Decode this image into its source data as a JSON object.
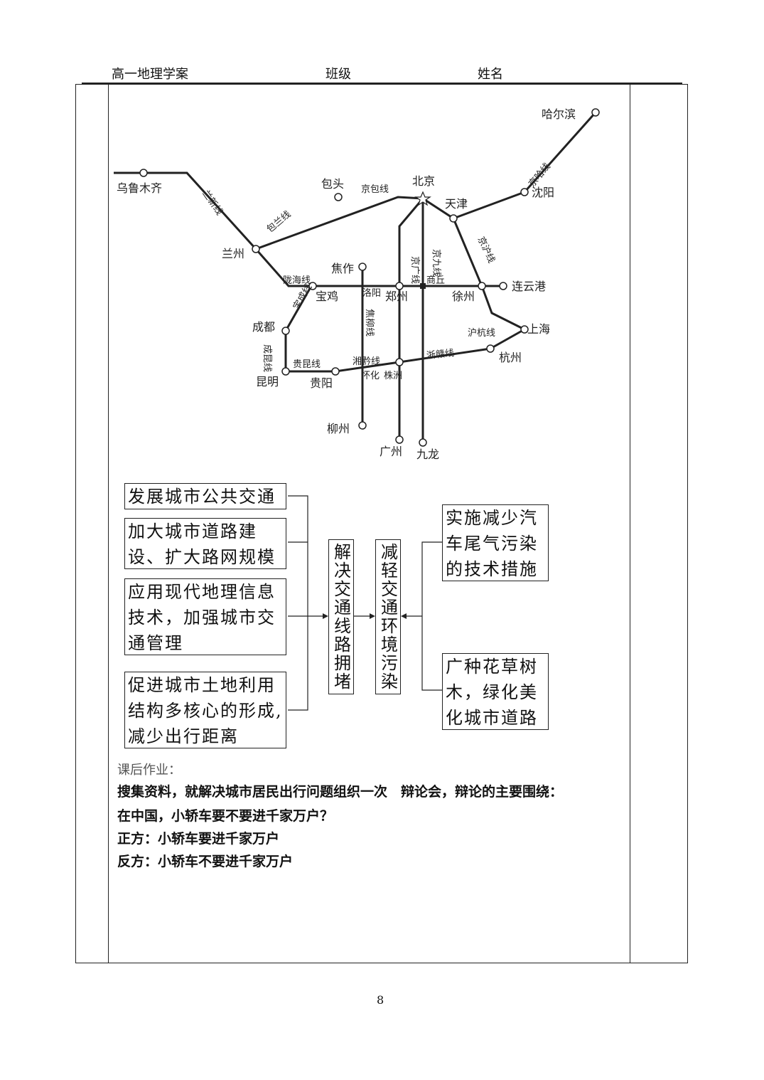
{
  "header": {
    "title": "高一地理学案",
    "class_label": "班级",
    "name_label": "姓名"
  },
  "map": {
    "cities": {
      "harbin": "哈尔滨",
      "urumqi": "乌鲁木齐",
      "baotou": "包头",
      "beijing": "北京",
      "tianjin": "天津",
      "shenyang": "沈阳",
      "lanzhou": "兰州",
      "jiaozuo": "焦作",
      "baoji": "宝鸡",
      "luoyang": "洛阳",
      "zhengzhou": "郑州",
      "shangqiu": "商丘",
      "xuzhou": "徐州",
      "lianyungang": "连云港",
      "chengdu": "成都",
      "shanghai": "上海",
      "hangzhou": "杭州",
      "kunming": "昆明",
      "guiyang": "贵阳",
      "huaihua": "怀化",
      "zhuzhou": "株洲",
      "liuzhou": "柳州",
      "guangzhou": "广州",
      "jiulong": "九龙"
    },
    "lines": {
      "jingbao": "京包线",
      "baolan": "包兰线",
      "lanxin": "兰新线",
      "jingha": "京哈线",
      "jinghu": "京沪线",
      "jingguang": "京广线",
      "jingjiu": "京九线",
      "longhai": "陇海线",
      "baocheng": "宝成线",
      "chengkun": "成昆线",
      "guikun": "贵昆线",
      "xiangqian": "湘黔线",
      "zhegan": "浙赣线",
      "huhang": "沪杭线",
      "jiaoliu": "焦柳线"
    }
  },
  "flow": {
    "left_boxes": [
      "发展城市公共交通",
      "加大城市道路建设、扩大路网规模",
      "应用现代地理信息技术，加强城市交通管理",
      "促进城市土地利用结构多核心的形成,减少出行距离"
    ],
    "center_left": "解决交通线路拥堵",
    "center_right": "减轻交通环境污染",
    "right_boxes": [
      "实施减少汽车尾气污染的技术措施",
      "广种花草树木，绿化美化城市道路"
    ]
  },
  "homework": {
    "label": "课后作业：",
    "line1": "搜集资料，就解决城市居民出行问题组织一次　辩论会，辩论的主要围绕：",
    "line2": "在中国，小轿车要不要进千家万户？",
    "line3": "正方：小轿车要进千家万户",
    "line4": "反方：小轿车不要进千家万户"
  },
  "page_number": "8"
}
